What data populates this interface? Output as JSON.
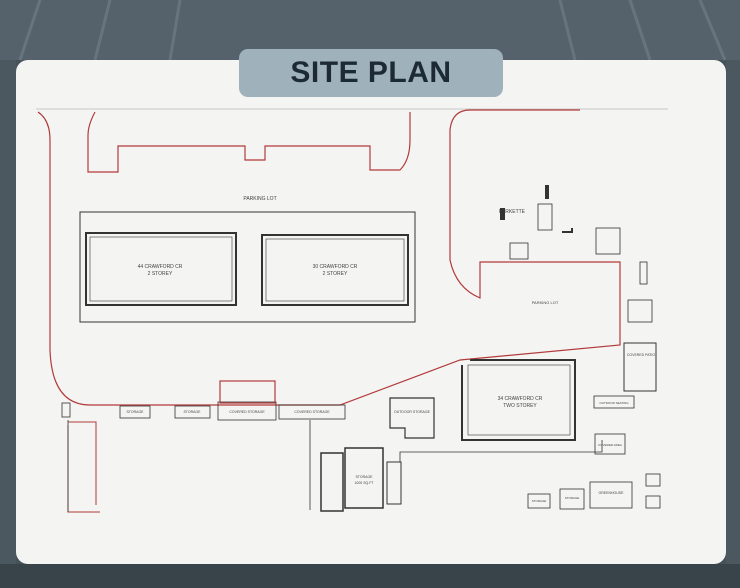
{
  "title": "SITE PLAN",
  "colors": {
    "property_line": "#b23a3a",
    "building_outline": "#333333",
    "card_bg": "#f4f4f3",
    "title_bg": "#9fb1ba"
  },
  "labels": {
    "parking_lot": "PARKING LOT",
    "parkette": "PARKETTE",
    "parking_lot_2": "PARKING LOT",
    "b44_name": "44 CRAWFORD CR",
    "b44_storey": "2 STOREY",
    "b30_name": "30 CRAWFORD CR",
    "b30_storey": "2 STOREY",
    "b34_name": "34 CRAWFORD CR",
    "b34_storey": "TWO STOREY",
    "storage_a": "STORAGE",
    "storage_b": "STORAGE",
    "covered_storage_1": "COVERED STORAGE",
    "covered_storage_2": "COVERED STORAGE",
    "outdoor_storage": "OUTDOOR STORAGE",
    "storage_main": "STORAGE",
    "storage_main_size": "1000 SQ.FT",
    "storage_br1": "STORAGE",
    "storage_br2": "STORAGE",
    "greenhouse": "GREENHOUSE",
    "covered_patio": "COVERED PATIO",
    "covered_area": "COVERED AREA",
    "outdoor_seating": "OUTDOOR SEATING"
  }
}
